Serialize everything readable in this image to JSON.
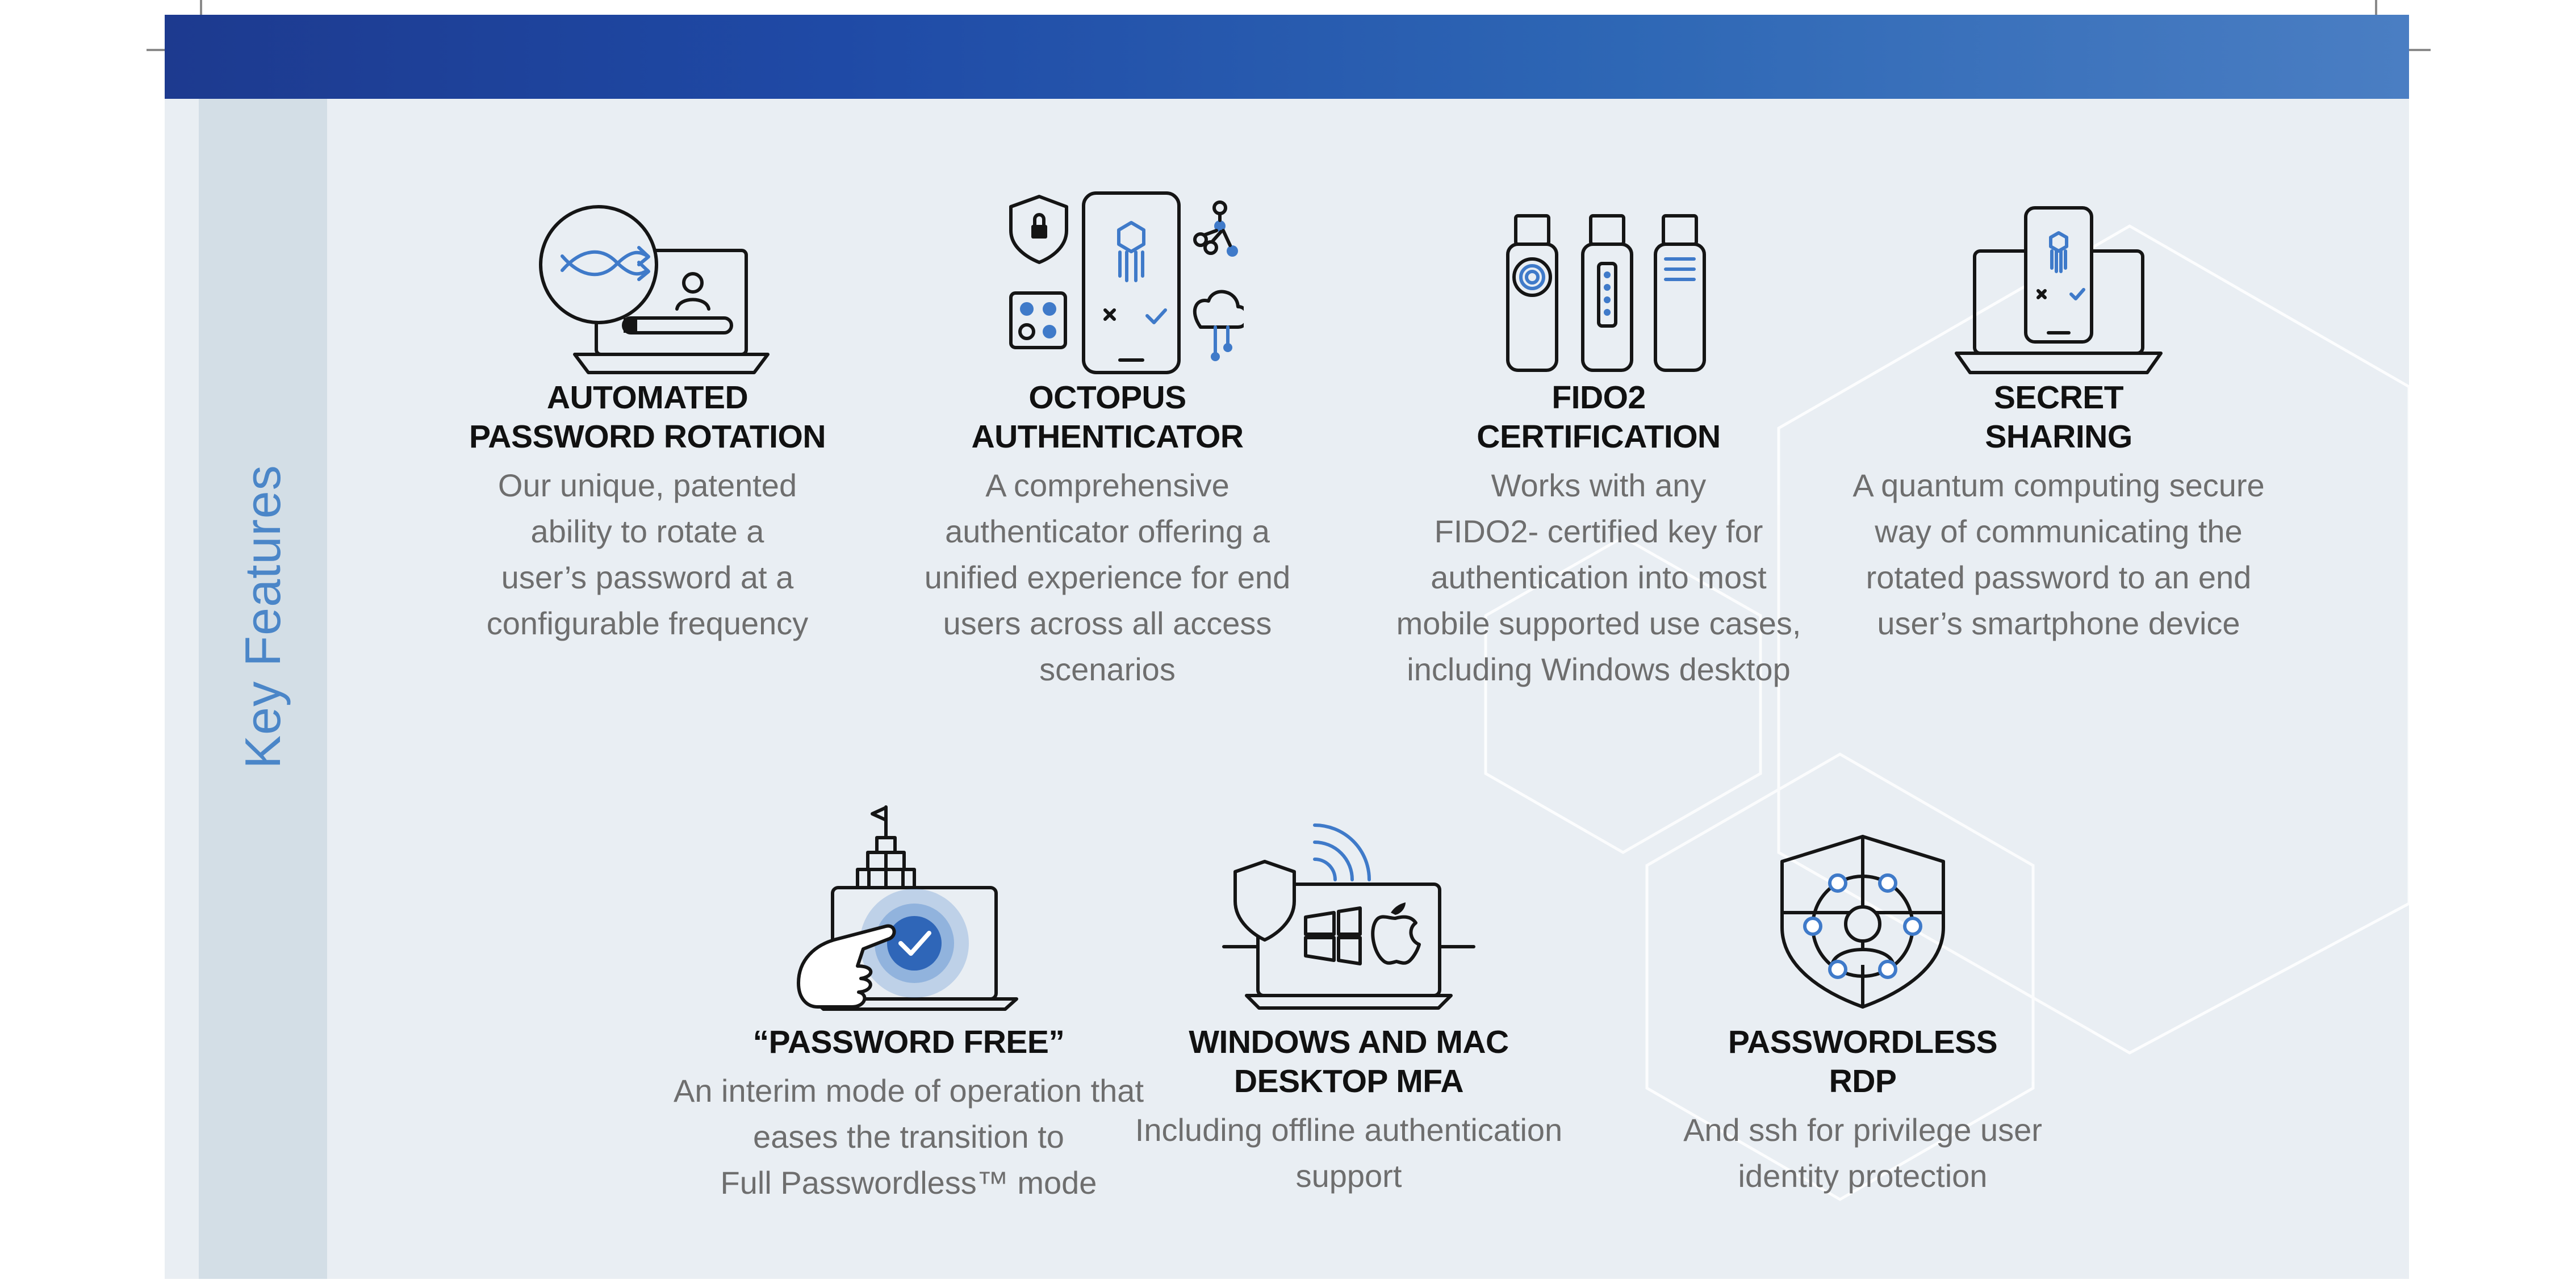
{
  "sidebar_label": "Key Features",
  "colors": {
    "accent": "#4b86c8",
    "band_start": "#1d3a8f",
    "band_end": "#4a7ec3",
    "title": "#111111",
    "body": "#6e6e6e"
  },
  "features": [
    {
      "icon": "laptop-password-rotation-icon",
      "title": "AUTOMATED\nPASSWORD ROTATION",
      "description": "Our unique, patented\nability to rotate a\nuser’s password at a\nconfigurable frequency"
    },
    {
      "icon": "mobile-authenticator-icon",
      "title": "OCTOPUS\nAUTHENTICATOR",
      "description": "A comprehensive\nauthenticator offering a\nunified experience for end\nusers across all access\nscenarios"
    },
    {
      "icon": "security-keys-icon",
      "title": "FIDO2\nCERTIFICATION",
      "description": "Works with any\nFIDO2- certified key for\nauthentication into most\nmobile supported use cases,\nincluding Windows desktop"
    },
    {
      "icon": "laptop-phone-share-icon",
      "title": "SECRET\nSHARING",
      "description": "A quantum computing secure\nway of communicating the\nrotated password to an end\nuser’s smartphone device"
    },
    {
      "icon": "laptop-check-hand-icon",
      "title": "“PASSWORD FREE”",
      "description": "An interim mode of operation that\neases the transition to\nFull Passwordless™ mode"
    },
    {
      "icon": "windows-mac-laptop-icon",
      "title": "WINDOWS AND MAC\nDESKTOP MFA",
      "description": "Including offline authentication\nsupport"
    },
    {
      "icon": "shield-user-network-icon",
      "title": "PASSWORDLESS\nRDP",
      "description": "And ssh for privilege user\nidentity protection"
    }
  ]
}
